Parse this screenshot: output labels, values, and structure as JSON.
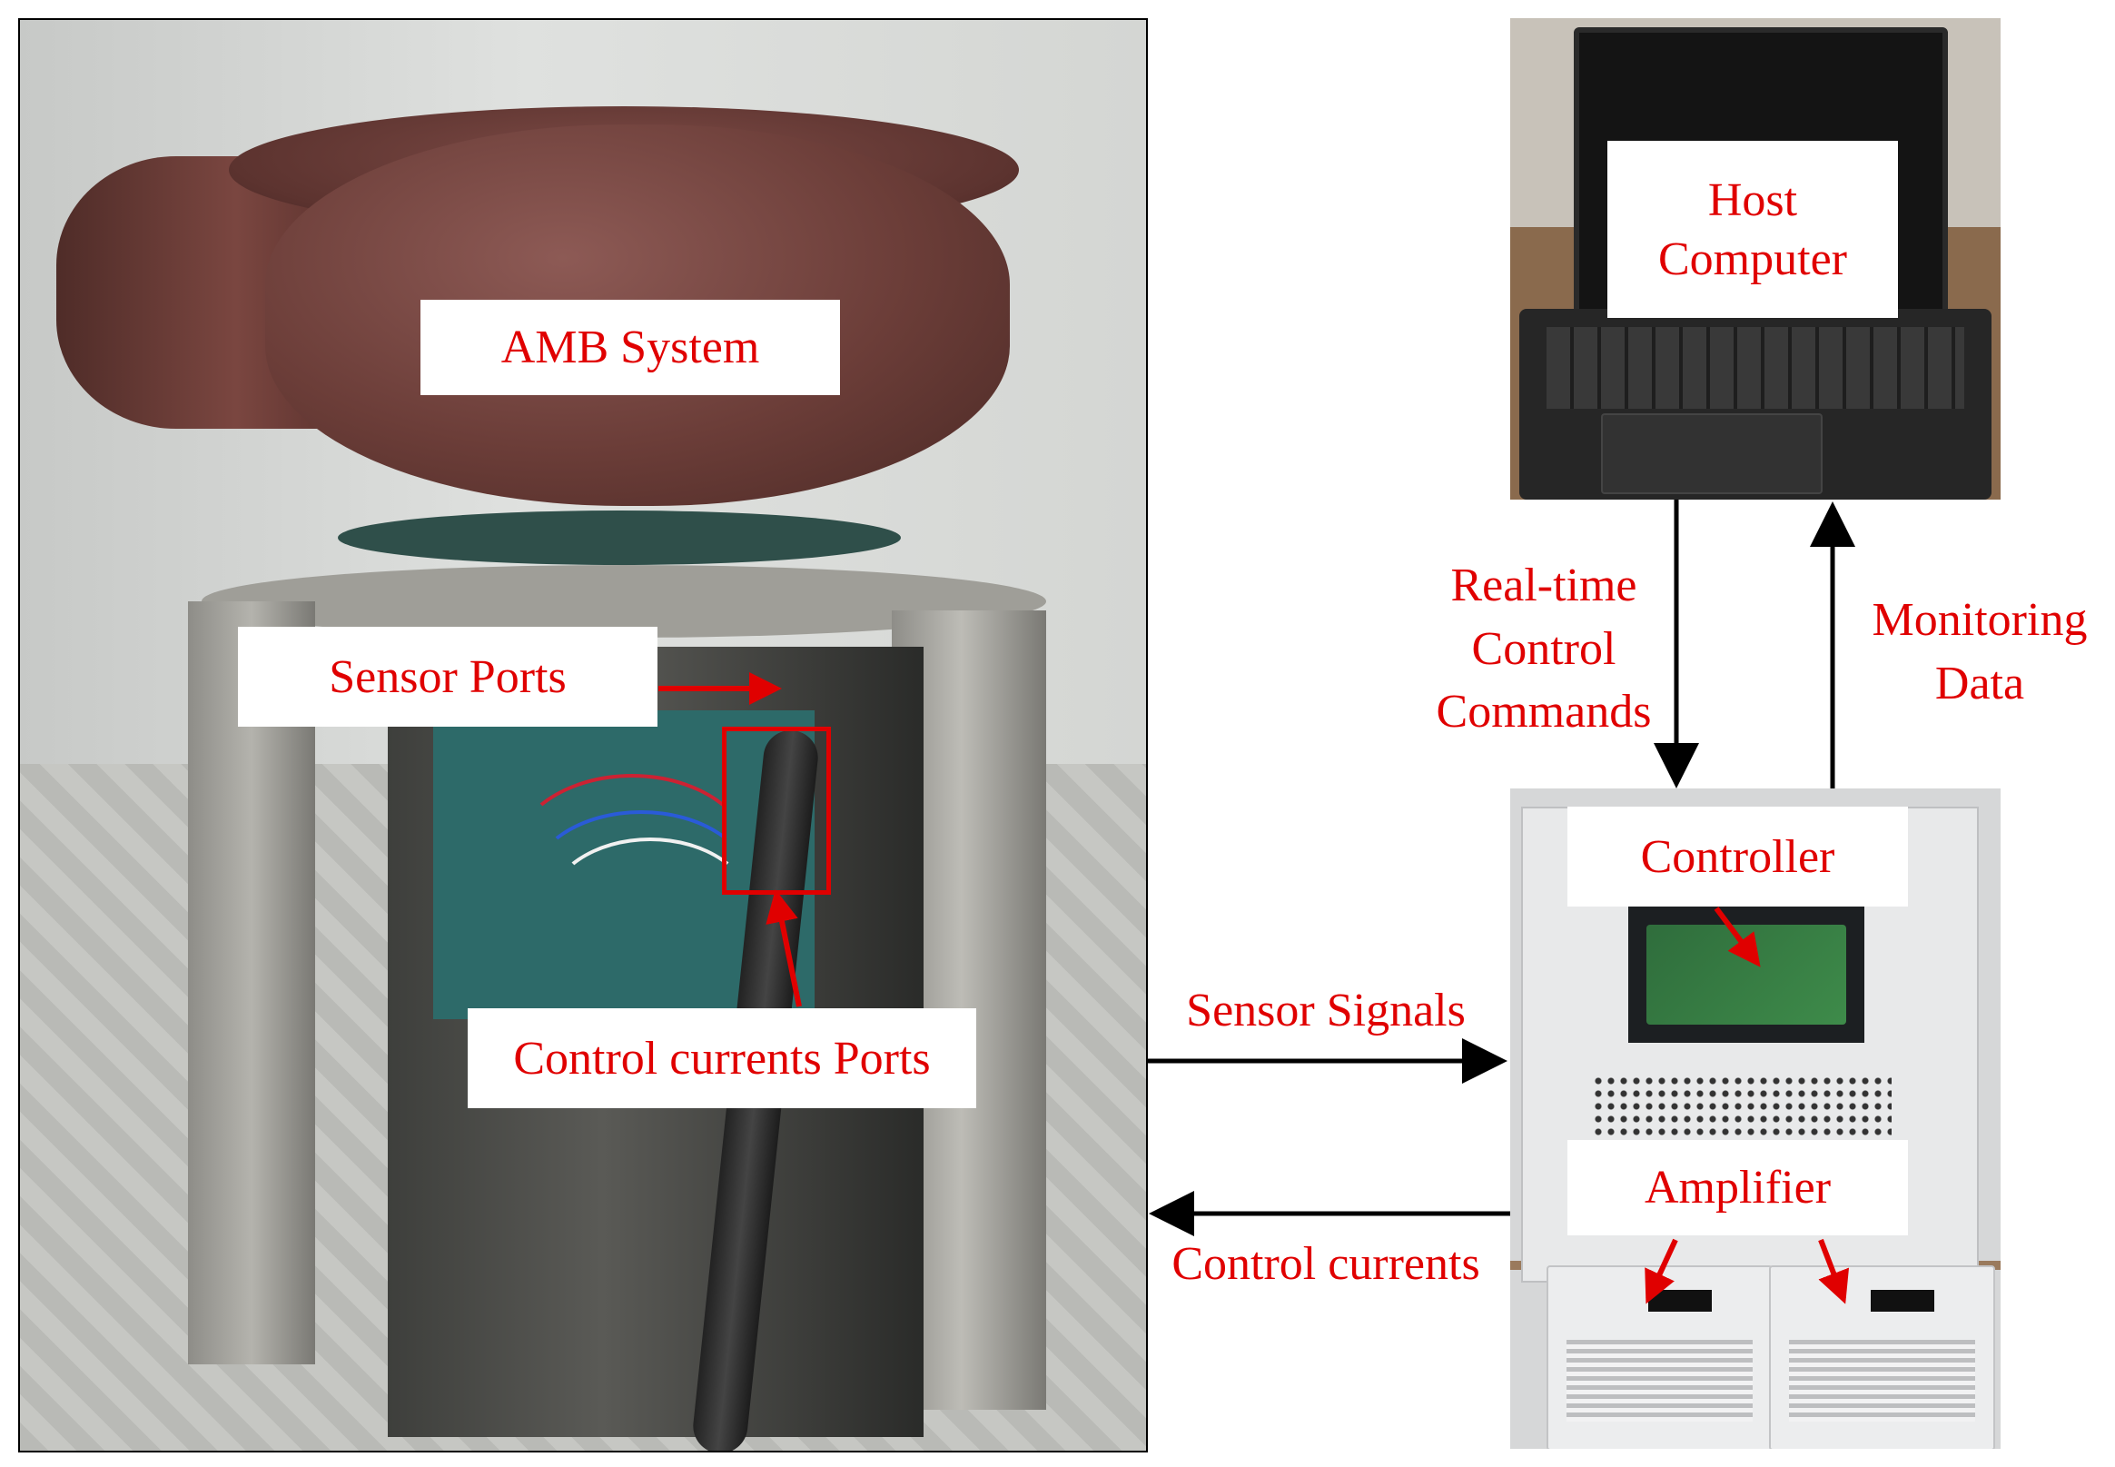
{
  "labels": {
    "amb_system": "AMB System",
    "sensor_ports": "Sensor Ports",
    "control_currents_ports": "Control currents Ports",
    "host_computer_line1": "Host",
    "host_computer_line2": "Computer",
    "realtime_line1": "Real-time",
    "realtime_line2": "Control",
    "realtime_line3": "Commands",
    "monitoring_line1": "Monitoring",
    "monitoring_line2": "Data",
    "controller": "Controller",
    "amplifier": "Amplifier",
    "sensor_signals": "Sensor Signals",
    "control_currents": "Control currents"
  },
  "colors": {
    "label_text": "#e00000",
    "arrow_black": "#000000",
    "arrow_red": "#e00000"
  }
}
